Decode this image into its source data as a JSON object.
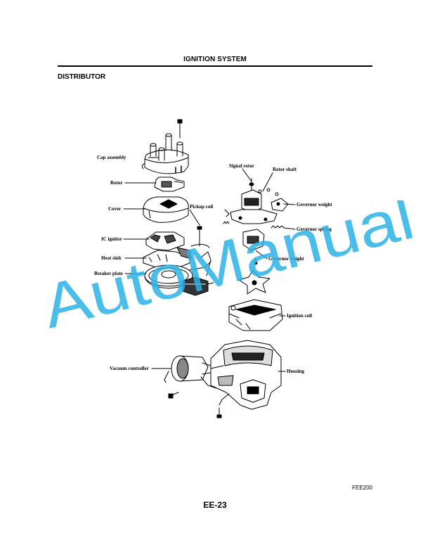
{
  "header": {
    "title": "IGNITION SYSTEM"
  },
  "section": {
    "title": "DISTRIBUTOR"
  },
  "diagram": {
    "labels": {
      "cap_assembly": "Cap assembly",
      "rotor": "Rotor",
      "cover": "Cover",
      "pickup_coil": "Pickup coil",
      "ic_ignitor": "IC ignitor",
      "heat_sink": "Heat sink",
      "breaker_plate": "Breaker plate",
      "signal_rotor": "Signal rotor",
      "rotor_shaft": "Rotor shaft",
      "governor_weight_top": "Governor weight",
      "governor_spring": "Governor spring",
      "governor_weight": "Governor weight",
      "ignition_coil": "Ignition coil",
      "vacuum_controller": "Vacuum controller",
      "housing": "Housing"
    }
  },
  "watermark": {
    "text": "AutoManual",
    "color": "#2bb1e6"
  },
  "footer": {
    "figure_code": "FEE200",
    "page_number": "EE-23"
  }
}
